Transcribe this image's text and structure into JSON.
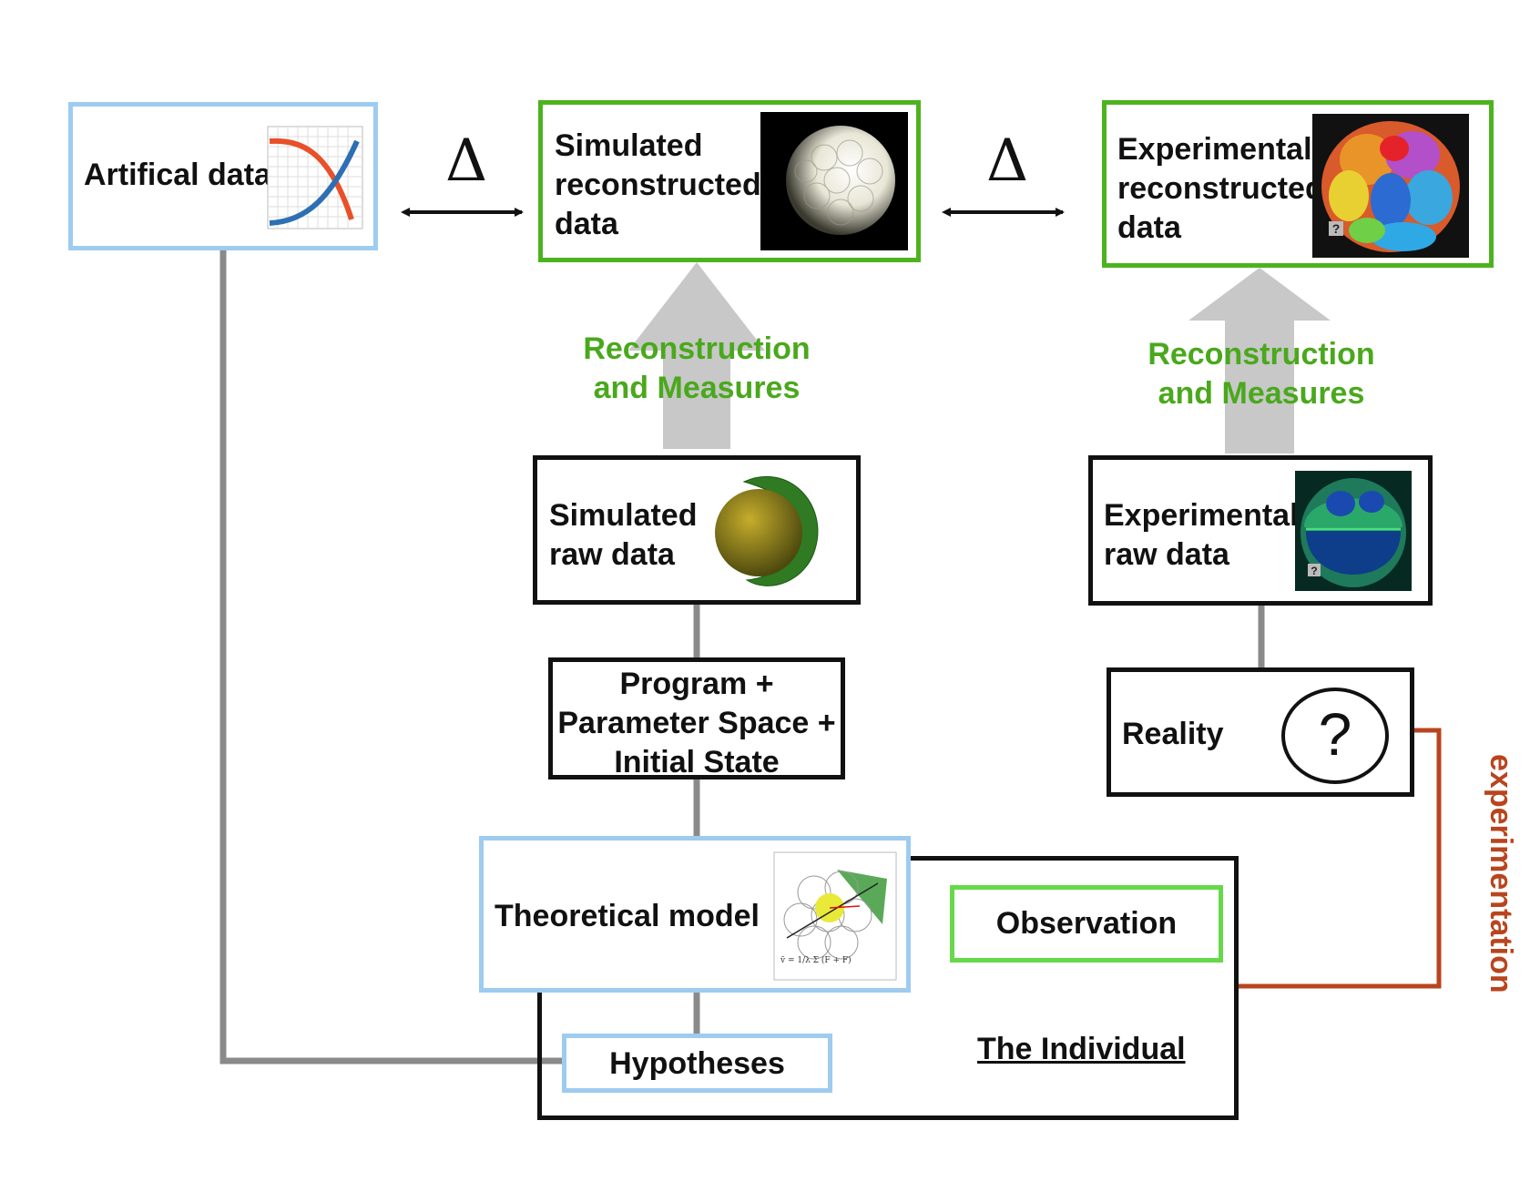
{
  "artificial_data": "Artifical data",
  "delta_symbol": "Δ",
  "simulated_reconstructed": [
    "Simulated",
    "reconstructed",
    "data"
  ],
  "experimental_reconstructed": [
    "Experimental",
    "reconstructed",
    "data"
  ],
  "reconstruction_label": [
    "Reconstruction",
    "and Measures"
  ],
  "simulated_raw": [
    "Simulated",
    "raw data"
  ],
  "experimental_raw": [
    "Experimental",
    "raw data"
  ],
  "program": [
    "Program +",
    "Parameter Space +",
    "Initial State"
  ],
  "reality": "Reality",
  "question_mark": "?",
  "theoretical_model": "Theoretical model",
  "observation": "Observation",
  "hypotheses": "Hypotheses",
  "the_individual": "The Individual",
  "experimentation": "experimentation",
  "thumb_badge": "?",
  "colors": {
    "blue_border": "#9ecbf0",
    "green_border": "#4cb31f",
    "green_text": "#4aa81c",
    "experimentation": "#b8451e",
    "connector_gray": "#8a8a8a",
    "arrow_gray": "#c8c8c8"
  }
}
